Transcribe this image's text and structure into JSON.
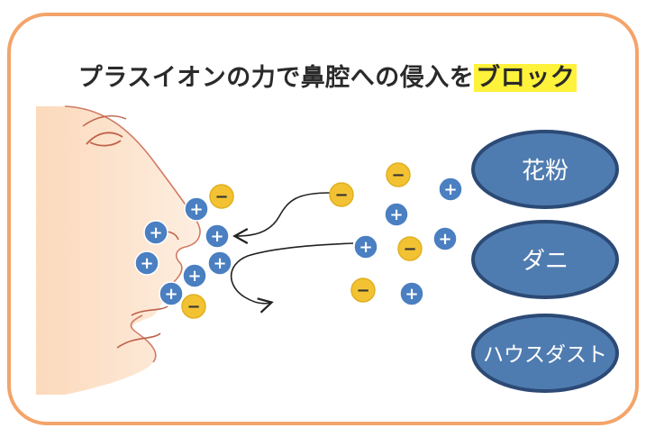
{
  "title": {
    "prefix": "プラスイオンの力で鼻腔への侵入を",
    "highlight": "ブロック"
  },
  "allergens": [
    {
      "label": "花粉"
    },
    {
      "label": "ダニ"
    },
    {
      "label": "ハウスダスト"
    }
  ],
  "ions": {
    "plus_symbol": "+",
    "minus_symbol": "−",
    "plus_color": "#4a7fc1",
    "minus_color": "#f2c233"
  },
  "colors": {
    "frame": "#f4a46a",
    "ellipse_fill": "#4f7cb0",
    "ellipse_border": "#2c4a75",
    "highlight": "#fff23a",
    "face": "#fbe3cc",
    "face_line": "#d07a63"
  }
}
